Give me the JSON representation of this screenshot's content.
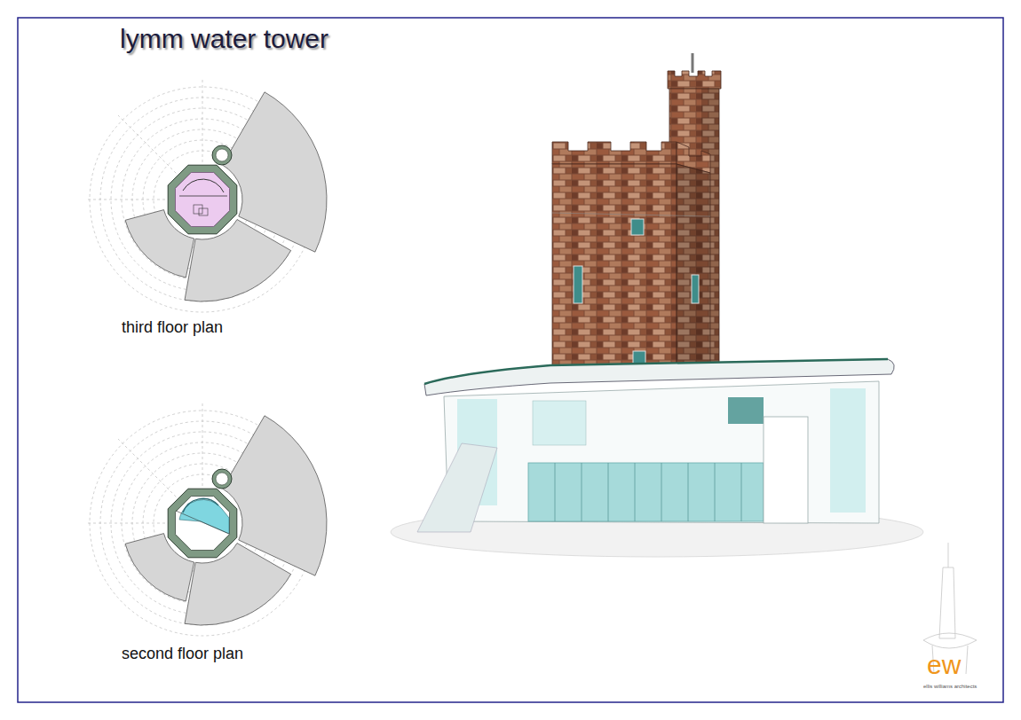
{
  "diagram": {
    "title": "lymm water tower",
    "labels": [
      "third floor plan",
      "second floor plan",
      "ew",
      "ellis williams architects"
    ]
  }
}
